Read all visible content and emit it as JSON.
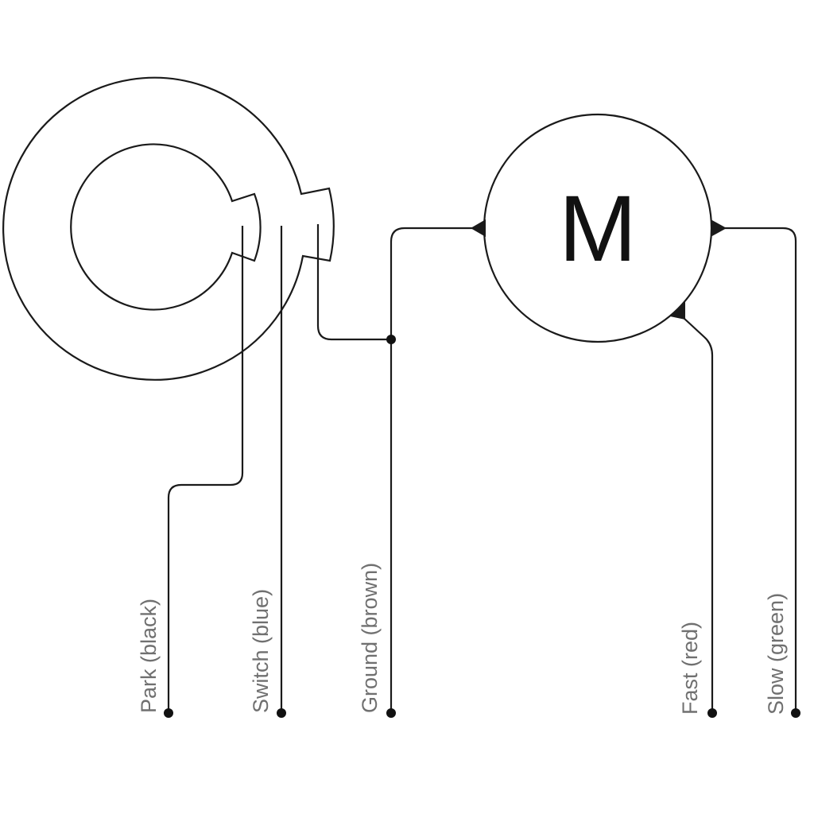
{
  "motor": {
    "symbol": "M"
  },
  "wires": [
    {
      "label": "Park (black)"
    },
    {
      "label": "Switch (blue)"
    },
    {
      "label": "Ground (brown)"
    },
    {
      "label": "Fast (red)"
    },
    {
      "label": "Slow (green)"
    }
  ],
  "colors": {
    "line": "#1a1a1a",
    "label": "#707070",
    "background": "#ffffff"
  }
}
